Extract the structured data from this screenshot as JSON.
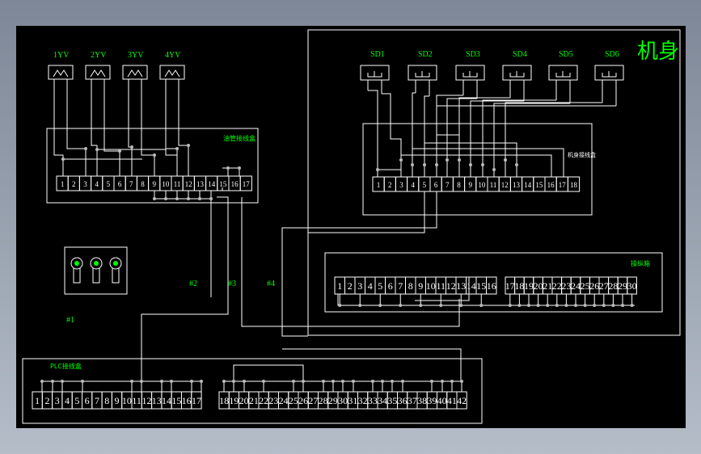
{
  "title": "机身",
  "valves": [
    "1YV",
    "2YV",
    "3YV",
    "4YV"
  ],
  "buttons": [
    "SD1",
    "SD2",
    "SD3",
    "SD4",
    "SD5",
    "SD6"
  ],
  "box_labels": {
    "valve_box": "油管接线盒",
    "body_box": "机身接线盒",
    "panel_box": "操纵箱",
    "plc_box": "PLC接线盒"
  },
  "wire_labels": [
    "#1",
    "#2",
    "#3",
    "#4"
  ],
  "terminal_counts": {
    "valve_box": 17,
    "body_box": 18,
    "panel_box": 30,
    "plc_box": 42
  },
  "colors": {
    "background": "#000000",
    "line": "#ffffff",
    "label": "#00ff00"
  }
}
